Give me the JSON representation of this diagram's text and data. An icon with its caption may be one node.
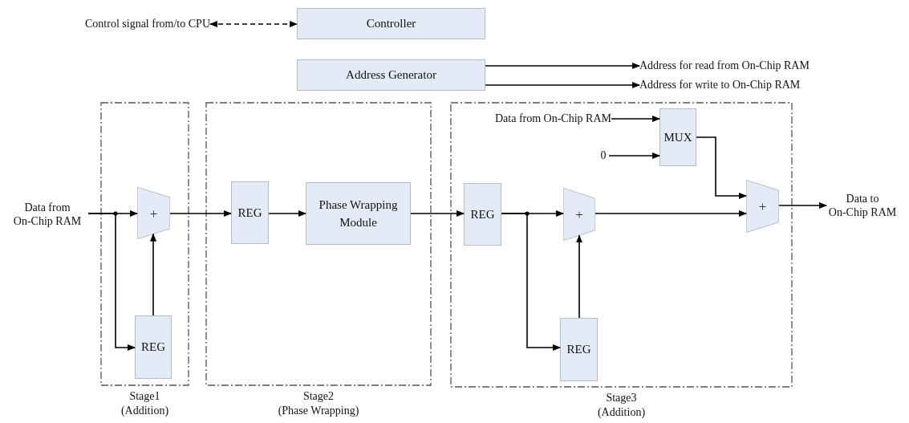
{
  "diagram": {
    "nodes": [
      {
        "text": [
          "Control signal from/to CPU"
        ]
      },
      {
        "text": [
          "Controller"
        ]
      },
      {
        "text": [
          "Address Generator"
        ]
      },
      {
        "text": [
          "Address for read from On-Chip RAM"
        ]
      },
      {
        "text": [
          "Address for write to On-Chip RAM"
        ]
      },
      {
        "text": [
          "Stage1",
          "(Addition)"
        ]
      },
      {
        "text": [
          "Stage2",
          "(Phase Wrapping)"
        ]
      },
      {
        "text": [
          "Stage3",
          "(Addition)"
        ]
      },
      {
        "text": [
          "Data from On-Chip RAM"
        ]
      },
      {
        "text": [
          "+"
        ],
        "in": 5
      },
      {
        "text": [
          "REG"
        ],
        "in": 5
      },
      {
        "text": [
          "REG"
        ],
        "in": 6
      },
      {
        "text": [
          "Phase Wrapping Module"
        ],
        "in": 6
      },
      {
        "text": [
          "Data from On-Chip RAM"
        ],
        "in": 7
      },
      {
        "text": [
          "0"
        ],
        "in": 7
      },
      {
        "text": [
          "MUX"
        ],
        "in": 7
      },
      {
        "text": [
          "REG"
        ],
        "in": 7
      },
      {
        "text": [
          "+"
        ],
        "in": 7
      },
      {
        "text": [
          "REG"
        ],
        "in": 7
      },
      {
        "text": [
          "+"
        ],
        "in": 7
      },
      {
        "text": [
          "Data to On-Chip RAM"
        ]
      }
    ],
    "edges": [
      {
        "from": 0,
        "to": 1,
        "arrow": "both",
        "style": "dashed"
      },
      {
        "from": 2,
        "to": 3,
        "arrow": "to"
      },
      {
        "from": 2,
        "to": 4,
        "arrow": "to"
      },
      {
        "from": 8,
        "to": 9,
        "arrow": "to"
      },
      {
        "from": 8,
        "to": 10,
        "arrow": "to"
      },
      {
        "from": 10,
        "to": 9,
        "arrow": "to"
      },
      {
        "from": 9,
        "to": 11,
        "arrow": "to"
      },
      {
        "from": 11,
        "to": 12,
        "arrow": "to"
      },
      {
        "from": 12,
        "to": 16,
        "arrow": "to"
      },
      {
        "from": 16,
        "to": 17,
        "arrow": "to"
      },
      {
        "from": 16,
        "to": 18,
        "arrow": "to"
      },
      {
        "from": 18,
        "to": 17,
        "arrow": "to"
      },
      {
        "from": 17,
        "to": 19,
        "arrow": "to"
      },
      {
        "from": 13,
        "to": 15,
        "arrow": "to"
      },
      {
        "from": 14,
        "to": 15,
        "arrow": "to"
      },
      {
        "from": 15,
        "to": 19,
        "arrow": "to"
      },
      {
        "from": 19,
        "to": 20,
        "arrow": "to"
      }
    ]
  }
}
